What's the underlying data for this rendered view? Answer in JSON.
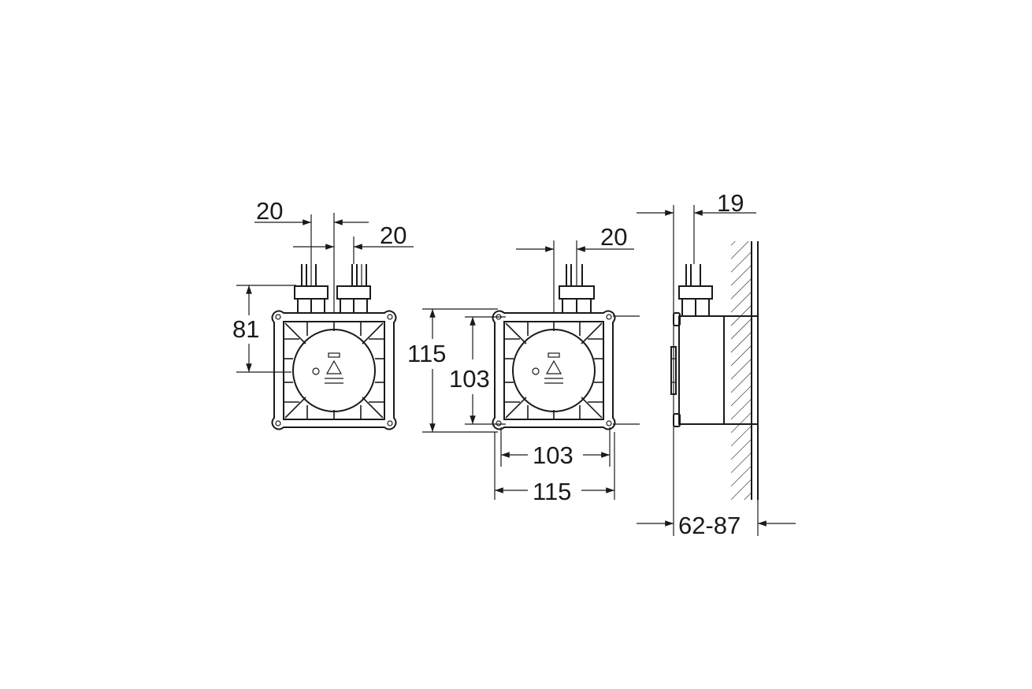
{
  "dimensions": {
    "left_view": {
      "inlet_spacing_top": "20",
      "inlet_spacing_bottom": "20",
      "height_to_inlet": "81"
    },
    "front_view": {
      "inlet_offset": "20",
      "outer_height": "115",
      "inner_height": "103",
      "inner_width": "103",
      "outer_width": "115"
    },
    "side_view": {
      "flange_depth": "19",
      "installation_depth": "62-87"
    }
  },
  "colors": {
    "line": "#1a1a1a",
    "background": "#ffffff"
  }
}
